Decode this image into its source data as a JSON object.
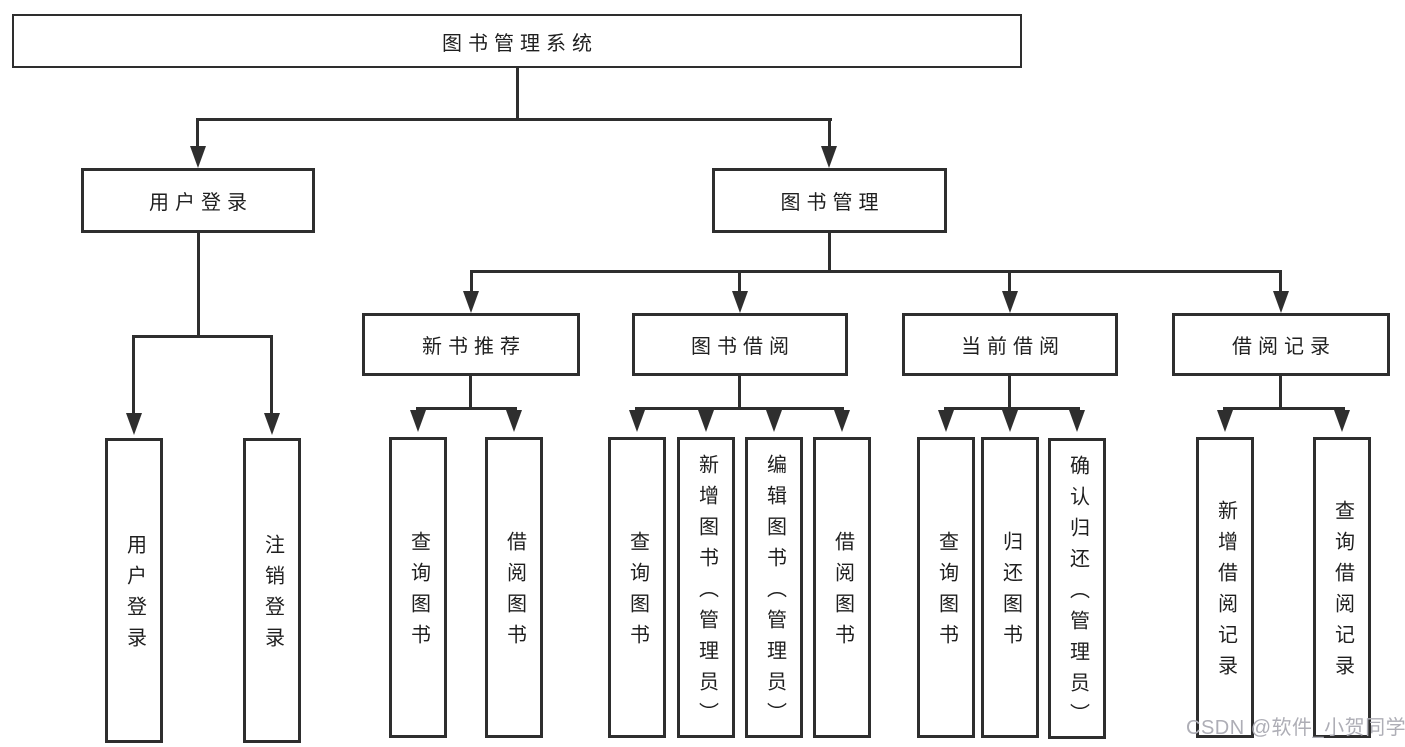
{
  "diagram": {
    "root": {
      "label": "图书管理系统"
    },
    "level2": [
      {
        "label": "用户登录",
        "children": [
          {
            "label": "用户登录"
          },
          {
            "label": "注销登录"
          }
        ]
      },
      {
        "label": "图书管理",
        "children": [
          {
            "label": "新书推荐",
            "children": [
              {
                "label": "查询图书"
              },
              {
                "label": "借阅图书"
              }
            ]
          },
          {
            "label": "图书借阅",
            "children": [
              {
                "label": "查询图书"
              },
              {
                "label": "新增图书（管理员）"
              },
              {
                "label": "编辑图书（管理员）"
              },
              {
                "label": "借阅图书"
              }
            ]
          },
          {
            "label": "当前借阅",
            "children": [
              {
                "label": "查询图书"
              },
              {
                "label": "归还图书"
              },
              {
                "label": "确认归还（管理员）"
              }
            ]
          },
          {
            "label": "借阅记录",
            "children": [
              {
                "label": "新增借阅记录"
              },
              {
                "label": "查询借阅记录"
              }
            ]
          }
        ]
      }
    ]
  },
  "watermark": {
    "text": "CSDN @软件_小贺同学"
  },
  "colors": {
    "line": "#2e2e2e",
    "text": "#1f1f1f",
    "wm": "#aeaeb6",
    "bg": "#ffffff"
  }
}
